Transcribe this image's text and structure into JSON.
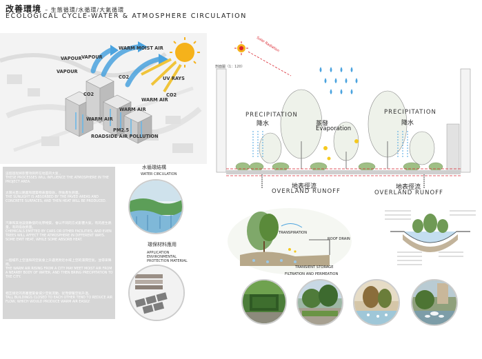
{
  "header": {
    "title_cn": "改善環境 ",
    "title_cn_sub": "– 生態循環/水循環/大氣循環",
    "title_en": "ECOLOGICAL CYCLE-WATER & ATMOSPHERE CIRCULATION"
  },
  "map": {
    "vapour_1": "VAPOUR",
    "vapour_2": "VAPOUR",
    "vapour_3": "VAPOUR",
    "warm_moist_air": "WARM MOIST AIR",
    "co2_1": "CO2",
    "co2_2": "CO2",
    "co2_3": "CO2",
    "uv_rays": "UV RAYS",
    "warm_air_1": "WARM AIR",
    "warm_air_2": "WARM AIR",
    "warm_air_3": "WARM AIR",
    "pm25": "PM2.5",
    "roadside": "ROADSIDE AIR POLLUTION"
  },
  "text_panel": {
    "p1_cn": "這個過程將影響項目所在地區的大氣 。",
    "p1_en": "THESE PROCESSES WILL INFLUENCE THE ATMOSPHERE IN THE PROJECT AREA.",
    "p2_cn": "太陽光直公路面和建築物表面吸收，然後產生熱量。",
    "p2_en": "THE SUNLIGHT IS ABSORBED BY THE PAVED AREAS AND CONCRETE SURFACES, AND THEN HEAT WILL BE PRODUCED.",
    "p3_cn": "汽車和其他設施散發的化學物質，會以不同的方式影響大氣，有的產生熱量，有的吸收熱量。",
    "p3_en": "CHEMICALS EMITTED BY CARS OR OTHER FACILITIES, AND EVEN TREES WILL AFFECT THE ATMOSPHERE IN DIFFERENT WAYS. SOME EMIT HEAT, WHILE SOME ABSORB HEAT.",
    "p4_cn": "一個城市上空溫和的空氣會上升遇見附近水域上空的濕潤空氣，並帶來降雨。",
    "p4_en": "THE WARM AIR RISING FROM A CITY MAY MEET MOIST AIR FROM A NEARBY BODY OF WATER, AND THEN BRING PRECIPITATION TO THE CITY.",
    "p5_cn": "相互接近的高層建築會減少空氣流動，從而使暖空氣升溫。",
    "p5_en": "TALL BUILDINGS CLOSED TO EACH OTHER TEND TO REDUCE AIR FLOW, WHICH WOULD PRODUCE WARM AIR EASILY."
  },
  "water_circulation": {
    "cn": "水循環結構",
    "en": "WATER CIRCULATION"
  },
  "materials": {
    "cn": "環保材料應用",
    "en": "APPLICATION ENVIRONMENTAL PROTECTION MATERIAL"
  },
  "section": {
    "scale_label": "剖面圖（1：120）",
    "solar_radiation": "Solar Radiation",
    "precip_left_en": "PRECIPITATION",
    "precip_left_cn": "降水",
    "evap_cn": "蒸發",
    "evap_en": "Evaporation",
    "precip_right_en": "PRECIPITATION",
    "precip_right_cn": "降水",
    "runoff_left_cn": "地表徑流",
    "runoff_left_en": "OVERLAND RUNOFF",
    "runoff_right_cn": "地表徑流",
    "runoff_right_en": "OVERLAND RUNOFF"
  },
  "detail": {
    "transpiration": "TRANSPIRATION",
    "roof_drain": "ROOF DRAIN",
    "transient_storage": "TRANSIENT STORAGE",
    "filtration": "FILTRATION AND PERMEATION"
  },
  "colors": {
    "sky_blue": "#4aa3df",
    "sun": "#f5b21b",
    "red_dashed": "#d9232d",
    "panel_gray": "#d6d6d6",
    "plant_green": "#5a8a3a"
  }
}
